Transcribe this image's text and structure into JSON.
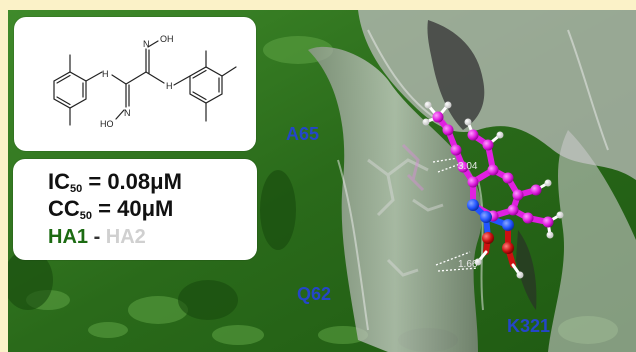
{
  "activity": {
    "ic50_prefix": "IC",
    "ic50_sub": "50",
    "ic50_value": " = 0.08μM",
    "cc50_prefix": "CC",
    "cc50_sub": "50",
    "cc50_value": " = 40μM",
    "ha1": "HA1",
    "separator": " - ",
    "ha2": "HA2"
  },
  "structure": {
    "oh_top": "OH",
    "oh_bottom": "HO",
    "n_top": "N",
    "n_bottom": "N",
    "nh_left": "H",
    "nh_right": "H"
  },
  "residues": {
    "a65": "A65",
    "q62": "Q62",
    "k321": "K321"
  },
  "distances": {
    "d1": "3.04",
    "d2": "1.66"
  },
  "colors": {
    "background": "#fbf2c8",
    "surface_green": "#2d6a1e",
    "surface_white": "#d9d9d9",
    "ligand_carbon": "#e020e0",
    "nitrogen": "#2255ff",
    "oxygen": "#cc1111",
    "hydrogen": "#ffffff",
    "residue_label": "#2446c8",
    "ha1": "#1c6b12",
    "ha2": "#d0d0d0"
  }
}
